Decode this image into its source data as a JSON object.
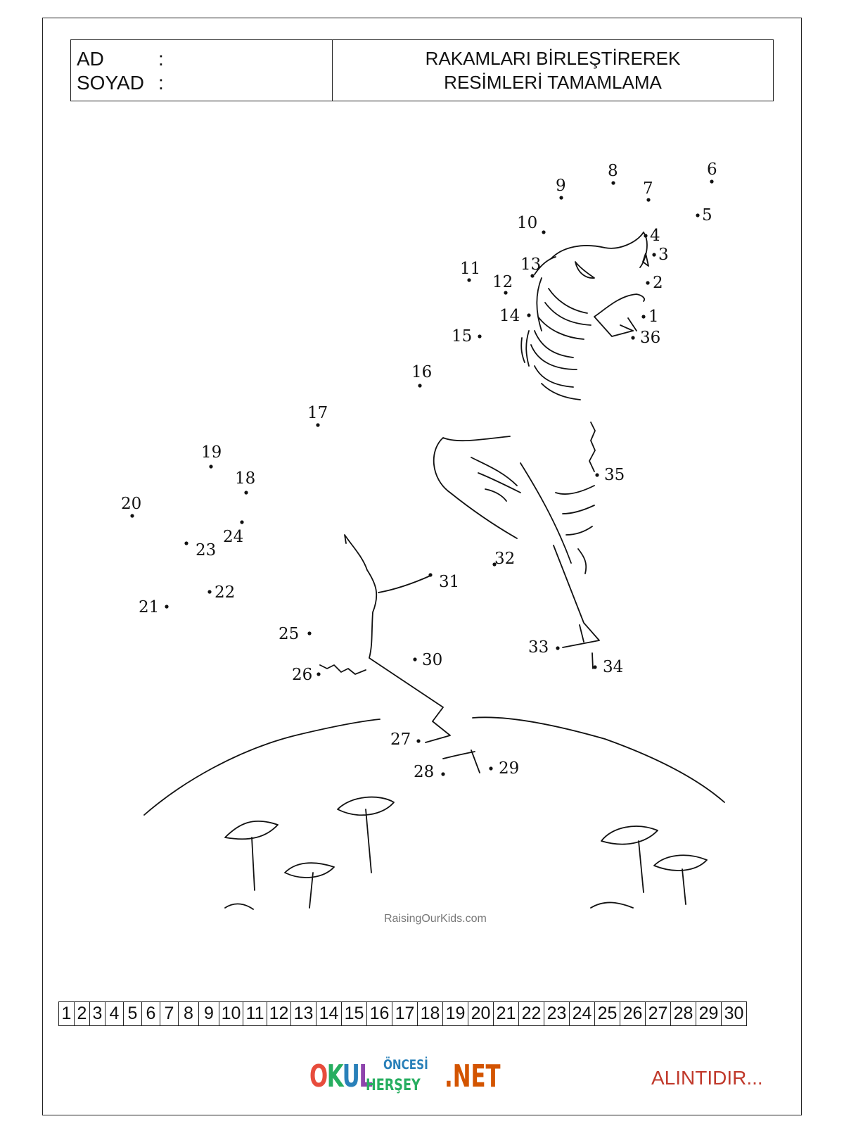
{
  "header": {
    "name_label": "AD",
    "surname_label": "SOYAD",
    "separator": ":",
    "title_line1": "RAKAMLARI BİRLEŞTİREREK",
    "title_line2": "RESİMLERİ TAMAMLAMA"
  },
  "puzzle": {
    "dots": [
      "1",
      "2",
      "3",
      "4",
      "5",
      "6",
      "7",
      "8",
      "9",
      "10",
      "11",
      "12",
      "13",
      "14",
      "15",
      "16",
      "17",
      "18",
      "19",
      "20",
      "21",
      "22",
      "23",
      "24",
      "25",
      "26",
      "27",
      "28",
      "29",
      "30",
      "31",
      "32",
      "33",
      "34",
      "35",
      "36"
    ],
    "watermark": "RaisingOurKids.com"
  },
  "number_line": [
    "1",
    "2",
    "3",
    "4",
    "5",
    "6",
    "7",
    "8",
    "9",
    "10",
    "11",
    "12",
    "13",
    "14",
    "15",
    "16",
    "17",
    "18",
    "19",
    "20",
    "21",
    "22",
    "23",
    "24",
    "25",
    "26",
    "27",
    "28",
    "29",
    "30"
  ],
  "footer": {
    "logo_okul": "OKUL",
    "logo_oncesi": "ÖNCESİ",
    "logo_hersey": "HERŞEY",
    "logo_net": ".NET",
    "credit": "ALINTIDIR..."
  },
  "colors": {
    "ink": "#111111",
    "credit": "#c0392b",
    "logo_o": "#e74c3c",
    "logo_k": "#27ae60",
    "logo_u": "#2980b9",
    "logo_l": "#8e44ad",
    "logo_net": "#d35400"
  }
}
